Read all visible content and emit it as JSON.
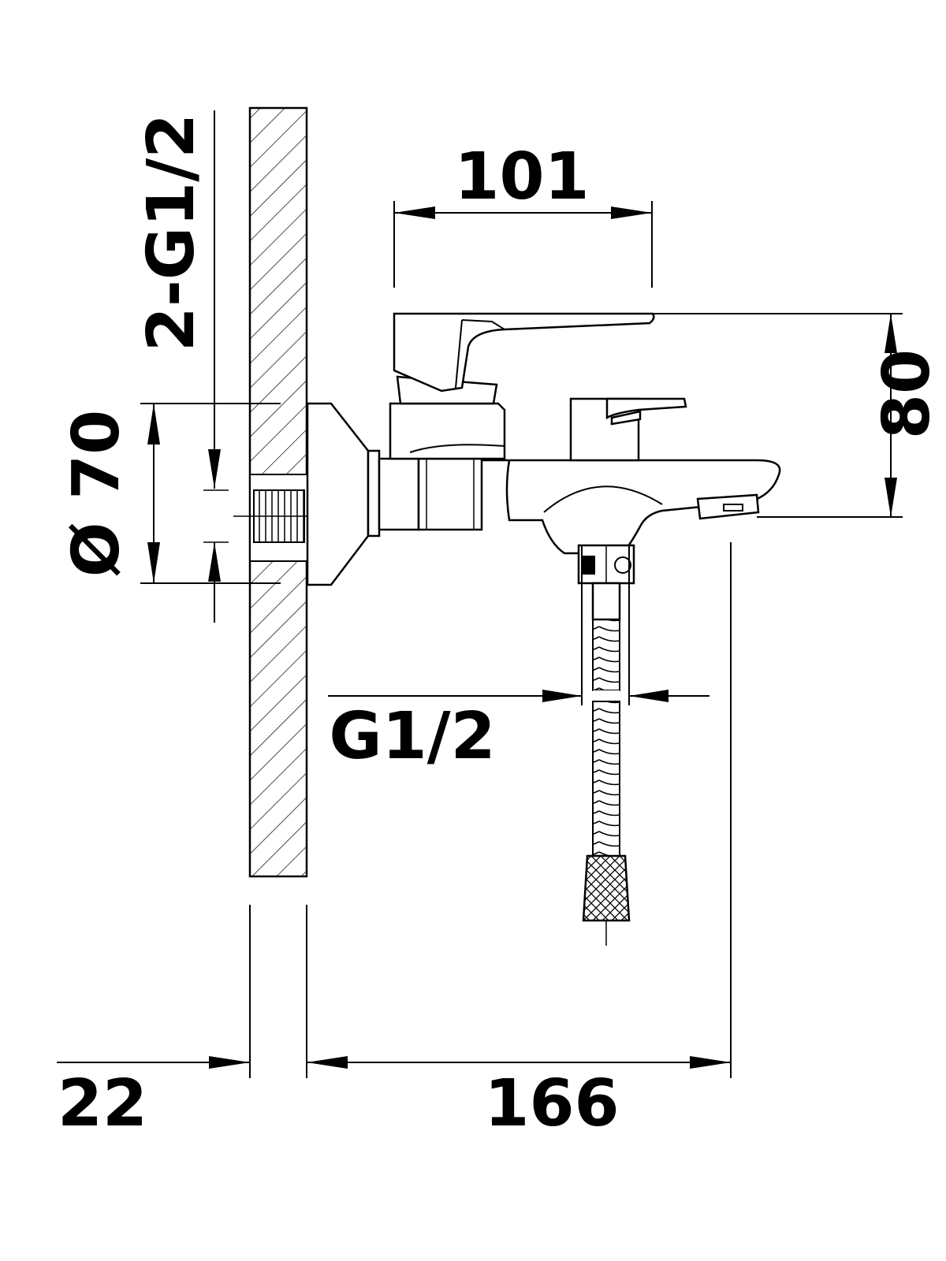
{
  "dimensions": {
    "spout_length": "101",
    "height": "80",
    "wall_cover_diameter": "Ø 70",
    "inlet_thread": "2-G1/2",
    "outlet_thread": "G1/2",
    "wall_thickness": "22",
    "projection_depth": "166"
  },
  "colors": {
    "line": "#000000",
    "background": "#ffffff"
  }
}
